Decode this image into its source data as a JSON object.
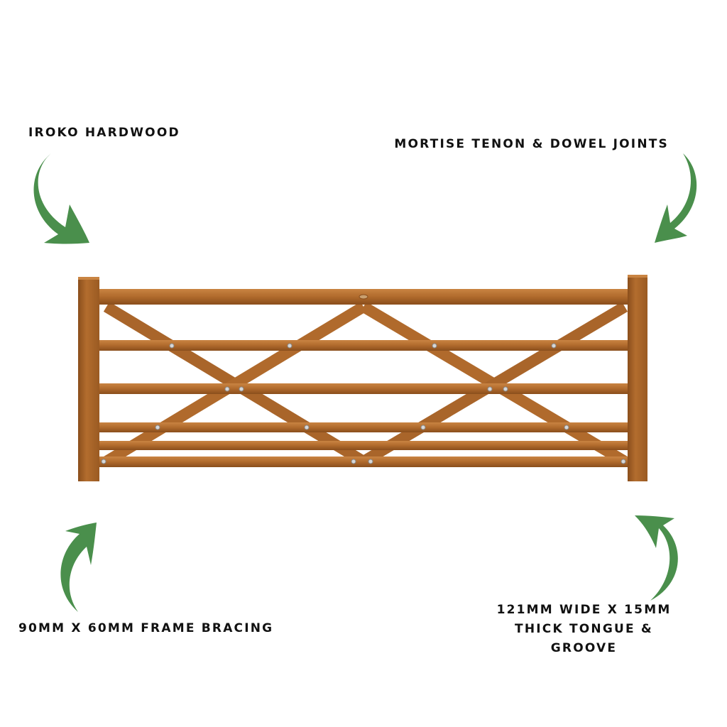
{
  "features": {
    "top_left": "IROKO HARDWOOD",
    "top_right": "MORTISE TENON & DOWEL JOINTS",
    "bottom_left": "90MM X 60MM FRAME BRACING",
    "bottom_right": "121MM WIDE X 15MM THICK TONGUE & GROOVE"
  },
  "colors": {
    "arrow": "#4a8f4c",
    "wood": "#b06a2c",
    "wood_dark": "#8a4e1c",
    "wood_light": "#c98442",
    "text": "#111111"
  },
  "icons": {
    "arrow": "curved-arrow-icon",
    "product": "five-bar-gate-illustration"
  }
}
